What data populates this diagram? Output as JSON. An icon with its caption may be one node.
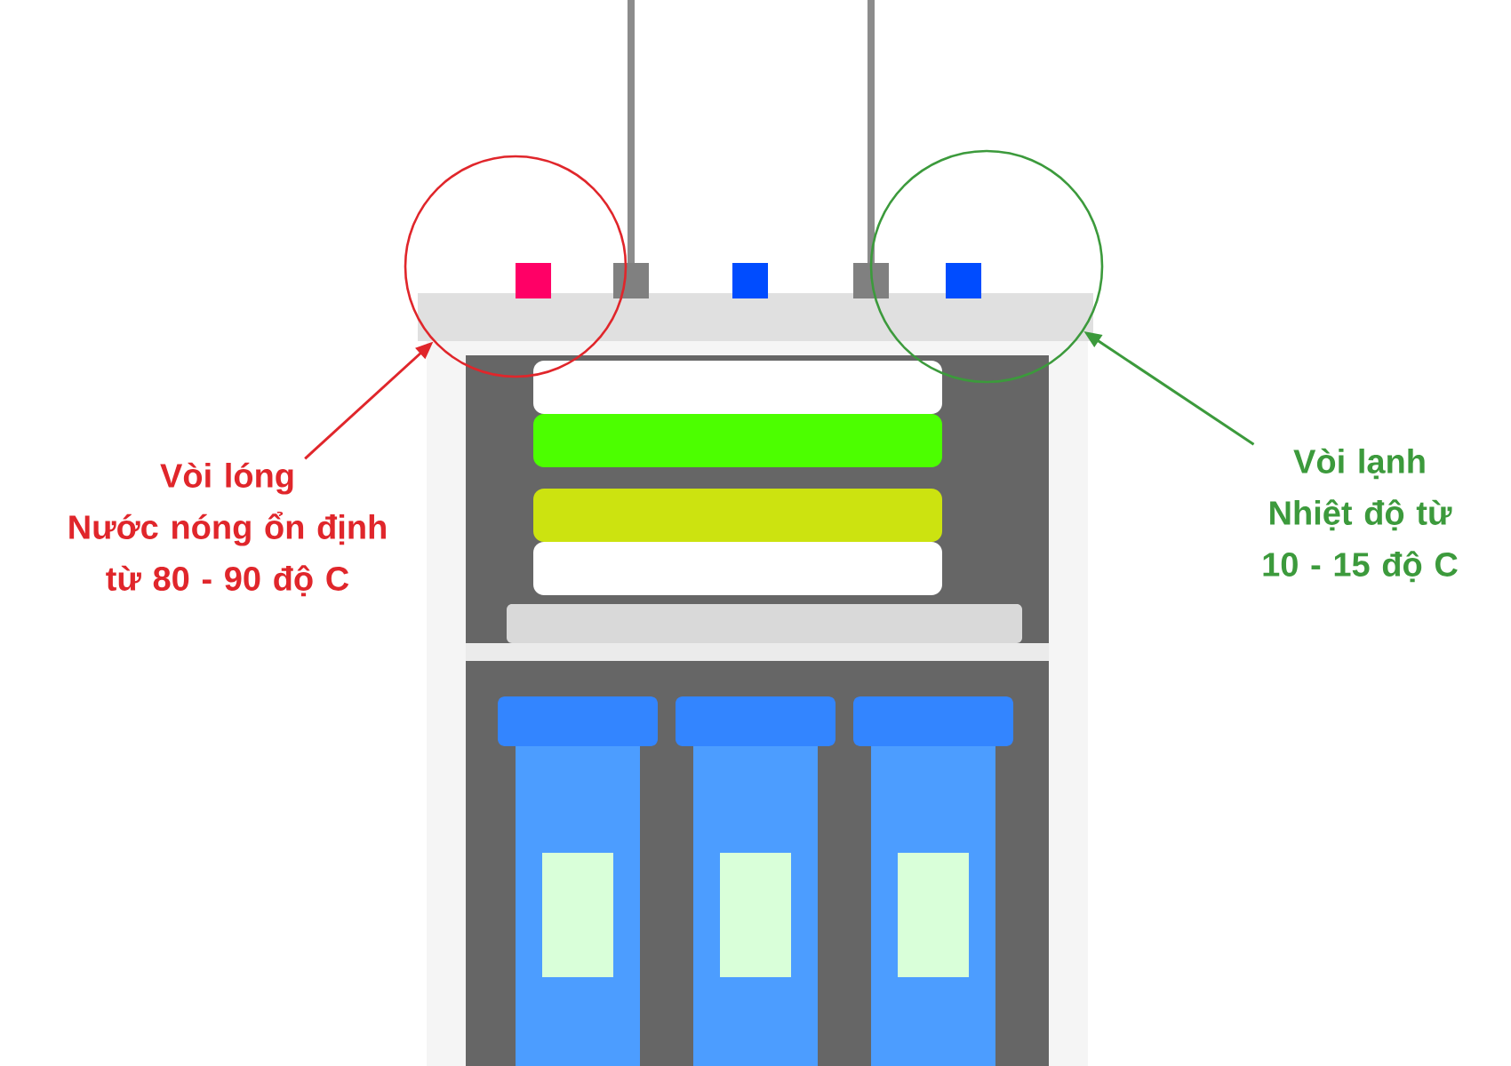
{
  "diagram": {
    "nodes": [
      {
        "text": [
          "Vòi lóng",
          "Nước nóng ổn định từ 80 - 90 độ C"
        ]
      },
      {
        "text": [],
        "shape": "circle"
      },
      {
        "text": [
          "Vòi lạnh",
          "Nhiệt độ từ 10 - 15 độ C"
        ]
      },
      {
        "text": [],
        "shape": "circle"
      }
    ],
    "edges": [
      {
        "from": 0,
        "to": 1,
        "arrow": "to",
        "color": "#e0262b"
      },
      {
        "from": 2,
        "to": 3,
        "arrow": "to",
        "color": "#3c9a3c"
      }
    ]
  }
}
